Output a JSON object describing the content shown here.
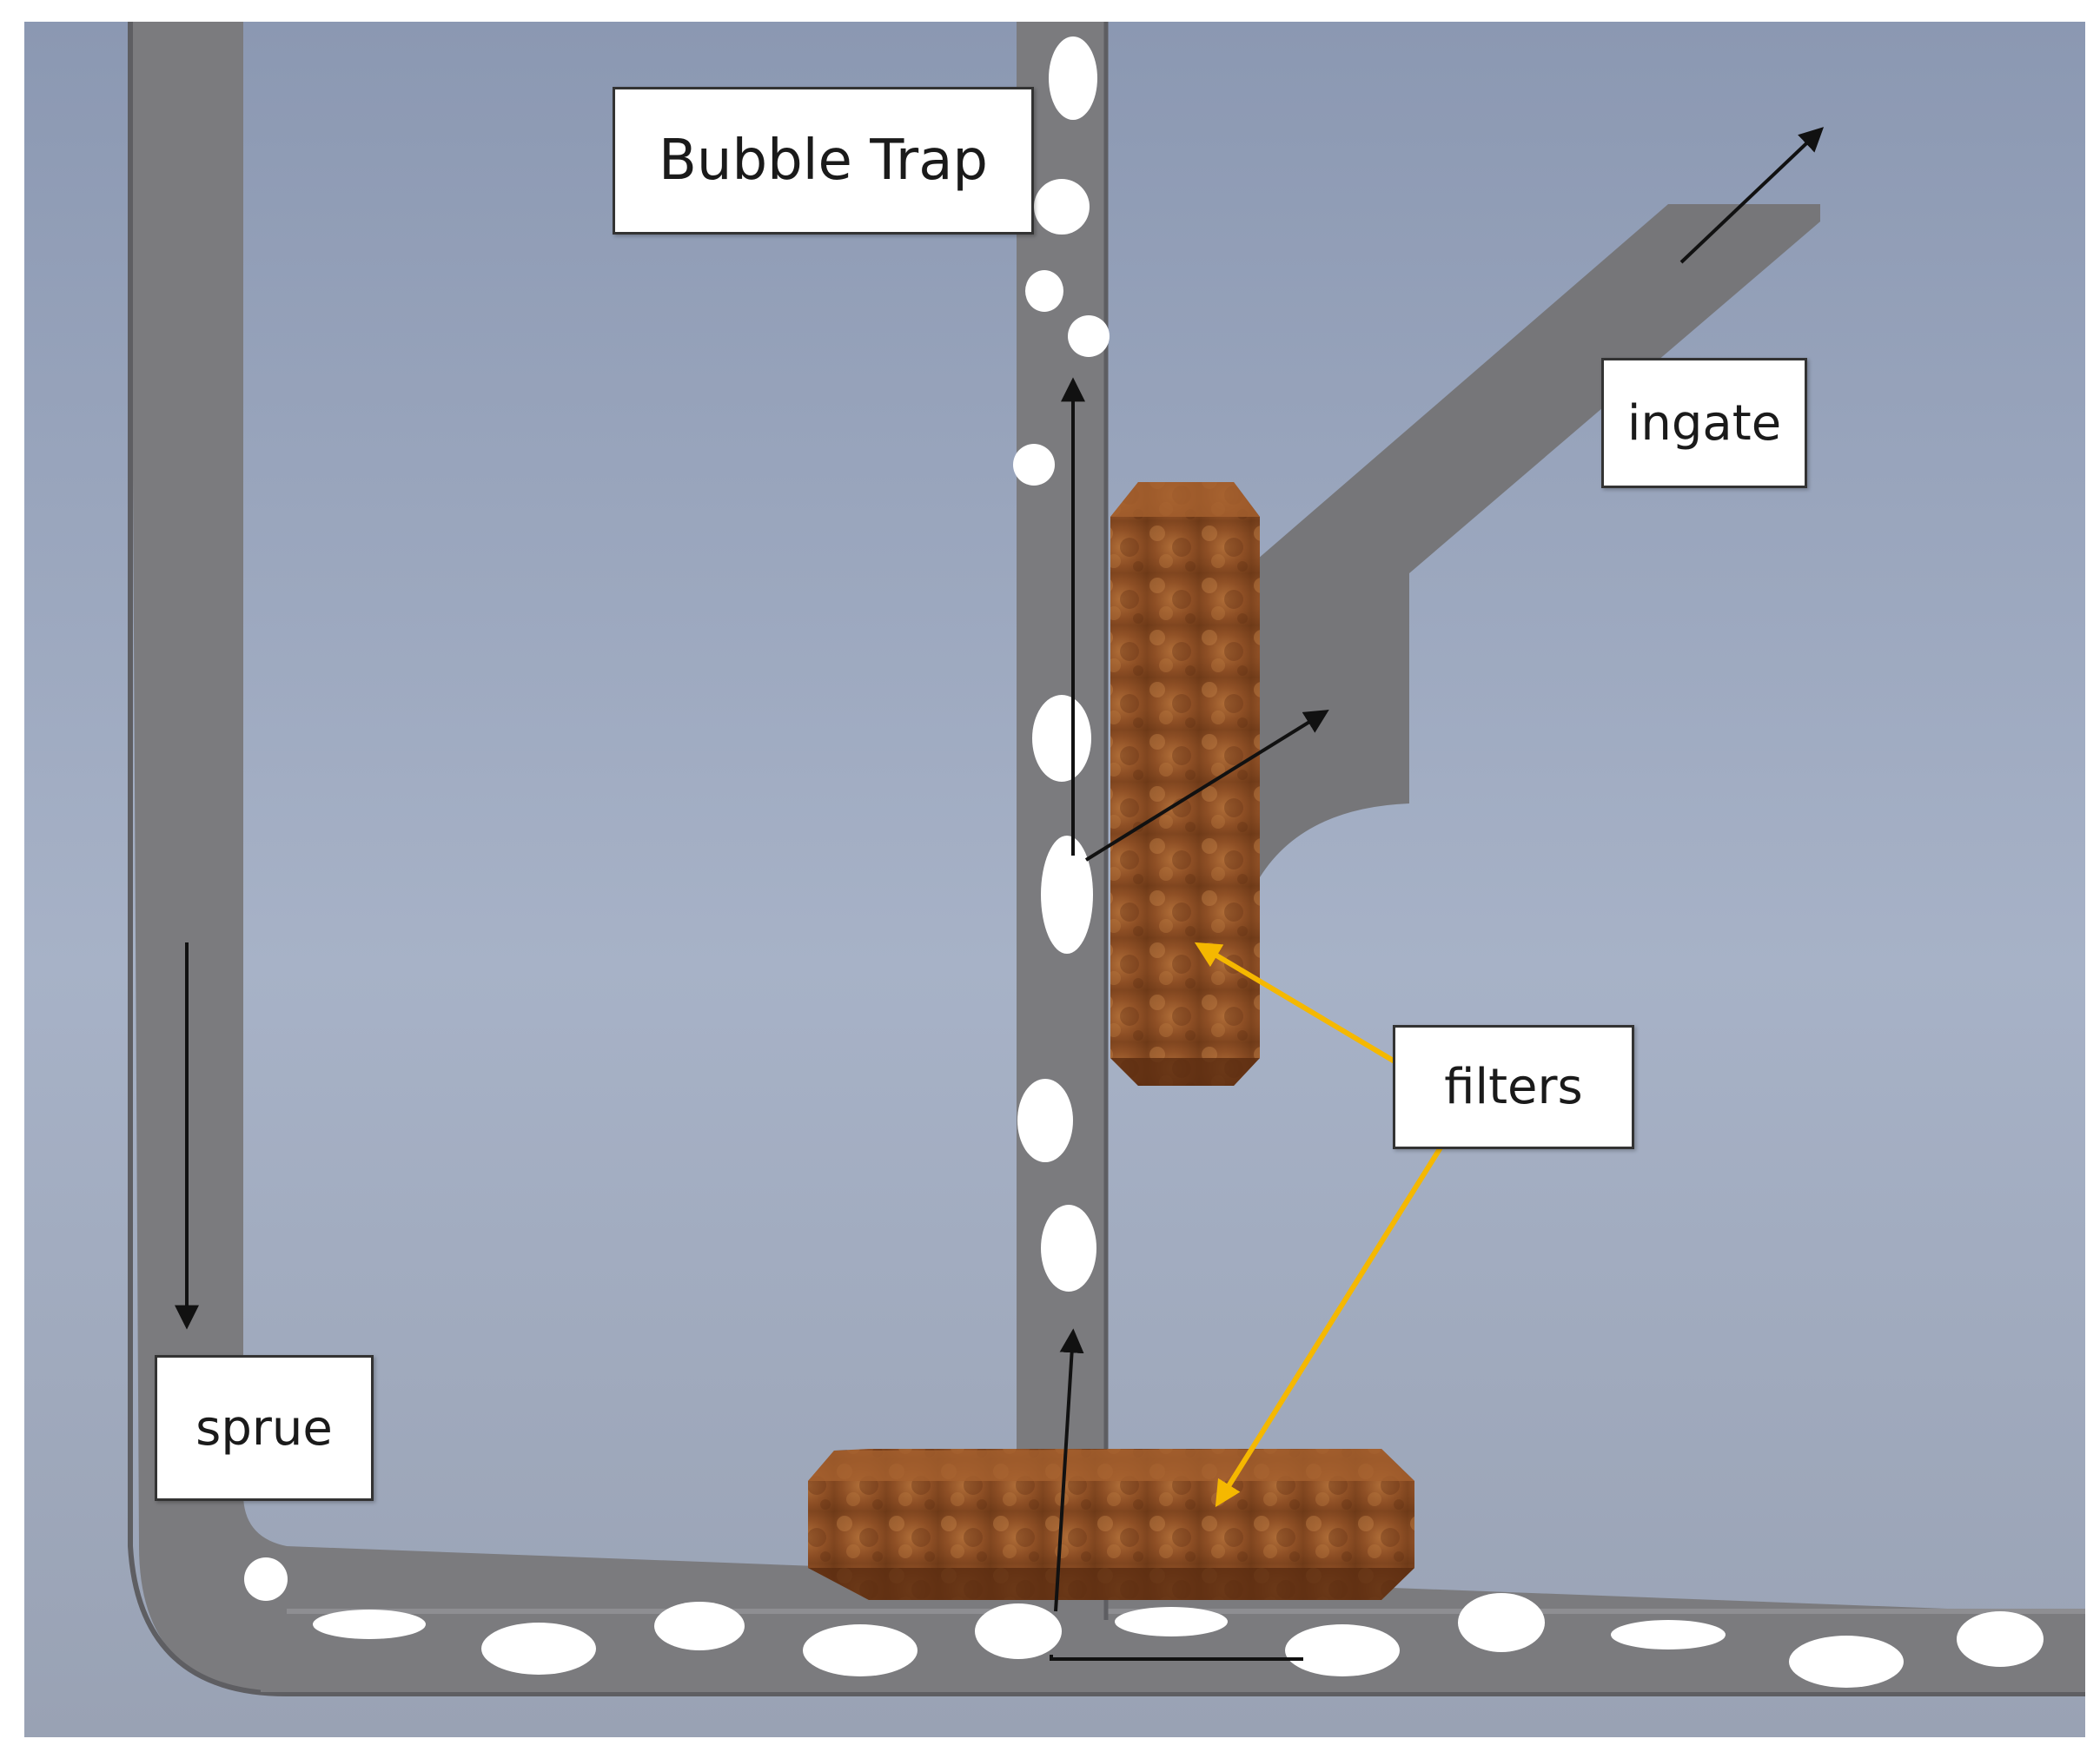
{
  "labels": {
    "bubble_trap": "Bubble Trap",
    "ingate": "ingate",
    "filters": "filters",
    "sprue": "sprue"
  },
  "colors": {
    "background_top": "#8c99b3",
    "background_mid": "#a6b1c6",
    "background_bottom": "#9aa3b5",
    "channel": "#7a7a7d",
    "channel_edge": "#5c5c60",
    "filter": "#8a4a22",
    "filter_light": "#b0703a",
    "bubble": "#ffffff",
    "flow_arrow": "#111111",
    "pointer_arrow": "#f5b800"
  }
}
